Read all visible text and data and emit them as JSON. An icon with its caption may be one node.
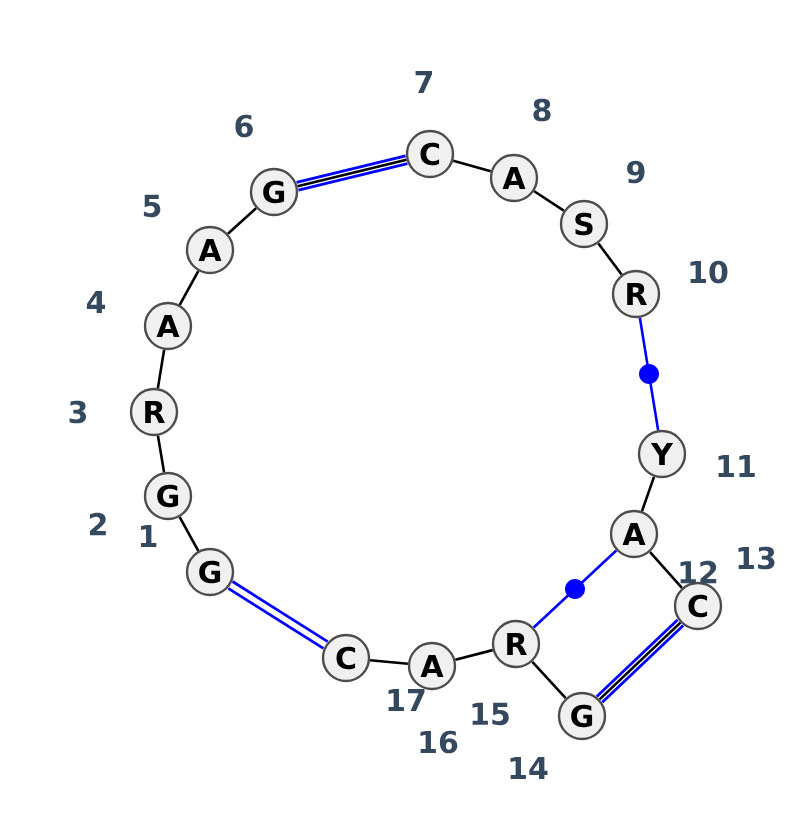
{
  "diagram": {
    "nodes": [
      {
        "text": [
          "G"
        ]
      },
      {
        "text": [
          "G"
        ],
        "beside": [
          "2"
        ]
      },
      {
        "text": [
          "R"
        ],
        "beside": [
          "3"
        ]
      },
      {
        "text": [
          "A"
        ],
        "beside": [
          "4"
        ]
      },
      {
        "text": [
          "A"
        ],
        "beside": [
          "5"
        ]
      },
      {
        "text": [
          "G"
        ],
        "beside": [
          "6"
        ]
      },
      {
        "text": [
          "C"
        ],
        "beside": [
          "7"
        ]
      },
      {
        "text": [
          "A"
        ],
        "beside": [
          "8"
        ]
      },
      {
        "text": [
          "S"
        ],
        "beside": [
          "9"
        ]
      },
      {
        "text": [
          "R"
        ],
        "beside": [
          "10"
        ]
      },
      {
        "text": [
          "Y"
        ],
        "beside": [
          "11"
        ]
      },
      {
        "text": [
          "A"
        ]
      },
      {
        "text": [
          "C"
        ],
        "beside": [
          "13"
        ]
      },
      {
        "text": [
          "G"
        ],
        "beside": [
          "14"
        ]
      },
      {
        "text": [
          "R"
        ],
        "beside": [
          "15"
        ]
      },
      {
        "text": [
          "A"
        ],
        "beside": [
          "16"
        ]
      },
      {
        "text": [
          "C"
        ]
      }
    ],
    "labels": [
      "1",
      "12",
      "17"
    ],
    "edges": [
      {
        "from": 0,
        "to": 1,
        "arrow": "none"
      },
      {
        "from": 1,
        "to": 2,
        "arrow": "none"
      },
      {
        "from": 2,
        "to": 3,
        "arrow": "none"
      },
      {
        "from": 3,
        "to": 4,
        "arrow": "none"
      },
      {
        "from": 4,
        "to": 5,
        "arrow": "none"
      },
      {
        "from": 5,
        "to": 6,
        "arrow": "none",
        "style": "thick",
        "color": "#0000ff"
      },
      {
        "from": 6,
        "to": 7,
        "arrow": "none"
      },
      {
        "from": 7,
        "to": 8,
        "arrow": "none"
      },
      {
        "from": 8,
        "to": 9,
        "arrow": "none"
      },
      {
        "from": 9,
        "to": 10,
        "arrow": "none",
        "color": "#0000ff"
      },
      {
        "from": 10,
        "to": 11,
        "arrow": "none"
      },
      {
        "from": 11,
        "to": 12,
        "arrow": "none"
      },
      {
        "from": 11,
        "to": 14,
        "arrow": "none",
        "color": "#0000ff"
      },
      {
        "from": 12,
        "to": 13,
        "arrow": "none",
        "style": "thick",
        "color": "#0000ff"
      },
      {
        "from": 13,
        "to": 14,
        "arrow": "none"
      },
      {
        "from": 14,
        "to": 15,
        "arrow": "none"
      },
      {
        "from": 15,
        "to": 16,
        "arrow": "none"
      },
      {
        "from": 16,
        "to": 0,
        "arrow": "none",
        "style": "thick",
        "color": "#0000ff"
      }
    ]
  }
}
